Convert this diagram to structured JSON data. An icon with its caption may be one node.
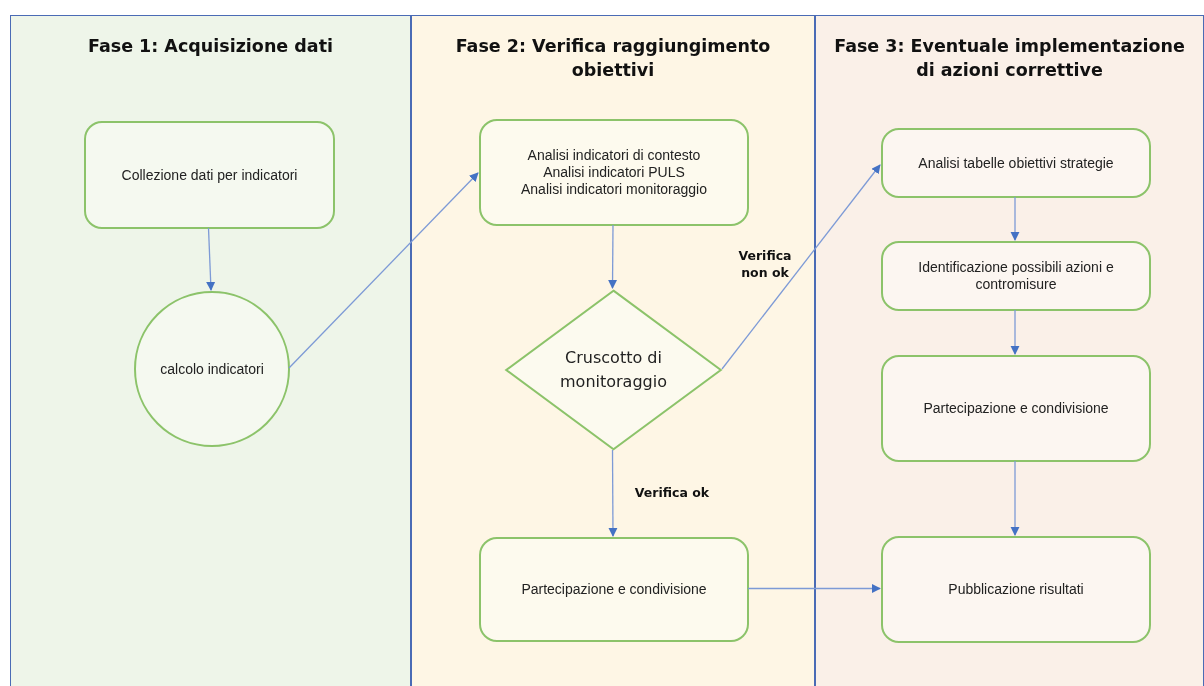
{
  "diagram": {
    "nodes": [
      {
        "text": [
          "Fase 1: Acquisizione dati"
        ]
      },
      {
        "text": [
          "Collezione dati per indicatori"
        ],
        "in": 0
      },
      {
        "text": [
          "calcolo indicatori"
        ],
        "in": 0
      },
      {
        "text": [
          "Fase 2: Verifica raggiungimento obiettivi"
        ]
      },
      {
        "text": [
          "Analisi indicatori di contesto",
          "Analisi indicatori PULS",
          "Analisi indicatori monitoraggio"
        ],
        "in": 3
      },
      {
        "text": [
          "Cruscotto di monitoraggio"
        ],
        "in": 3
      },
      {
        "text": [
          "Partecipazione e condivisione"
        ],
        "in": 3
      },
      {
        "text": [
          "Fase 3: Eventuale implementazione di azioni correttive"
        ]
      },
      {
        "text": [
          "Analisi tabelle obiettivi strategie"
        ],
        "in": 7
      },
      {
        "text": [
          "Identificazione possibili azioni e contromisure"
        ],
        "in": 7
      },
      {
        "text": [
          "Partecipazione e condivisione"
        ],
        "in": 7
      },
      {
        "text": [
          "Pubblicazione risultati"
        ],
        "in": 7
      }
    ],
    "edges": [
      {
        "from": 1,
        "to": 2,
        "arrow": "to"
      },
      {
        "from": 2,
        "to": 4,
        "arrow": "to"
      },
      {
        "from": 4,
        "to": 5,
        "arrow": "to"
      },
      {
        "from": 5,
        "to": 8,
        "arrow": "to",
        "label": "Verifica non ok"
      },
      {
        "from": 5,
        "to": 6,
        "arrow": "to",
        "label": "Verifica ok"
      },
      {
        "from": 6,
        "to": 11,
        "arrow": "to"
      },
      {
        "from": 8,
        "to": 9,
        "arrow": "to"
      },
      {
        "from": 9,
        "to": 10,
        "arrow": "to"
      },
      {
        "from": 10,
        "to": 11,
        "arrow": "to"
      }
    ]
  }
}
